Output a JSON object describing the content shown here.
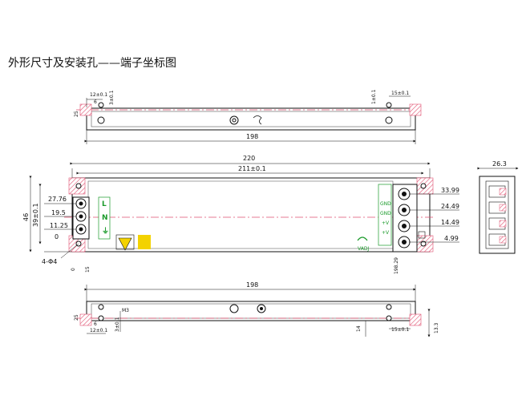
{
  "title": "外形尺寸及安装孔——端子坐标图",
  "top_view": {
    "dim_12": "12±0.1",
    "dim_6": "6",
    "dim_3": "3±0.1",
    "dim_25": "25",
    "dim_1": "1±0.1",
    "dim_15": "15±0.1",
    "dim_198": "198"
  },
  "main_view": {
    "dim_220": "220",
    "dim_211": "211±0.1",
    "dim_46": "46",
    "dim_39": "39±0.1",
    "dim_4d4": "4-Φ4",
    "dim_15": "15",
    "dim_0": "0",
    "left_coords": [
      "27.76",
      "19.5",
      "11.25",
      "0"
    ],
    "right_coords": [
      "33.99",
      "24.49",
      "14.49",
      "4.99"
    ],
    "dim_19829": "198.29",
    "left_terminals": [
      "L",
      "N",
      "⏚"
    ],
    "right_terminals": [
      "GND",
      "GND",
      "+V",
      "+V"
    ],
    "adj_label": "VADJ"
  },
  "side_view": {
    "dim_263": "26.3"
  },
  "bottom_view": {
    "dim_198": "198",
    "dim_25": "25",
    "dim_6": "6",
    "dim_12": "12±0.1",
    "dim_3": "3±0.1",
    "dim_m3": "M3",
    "dim_14": "14",
    "dim_15": "15±0.1",
    "dim_133": "13.3"
  }
}
